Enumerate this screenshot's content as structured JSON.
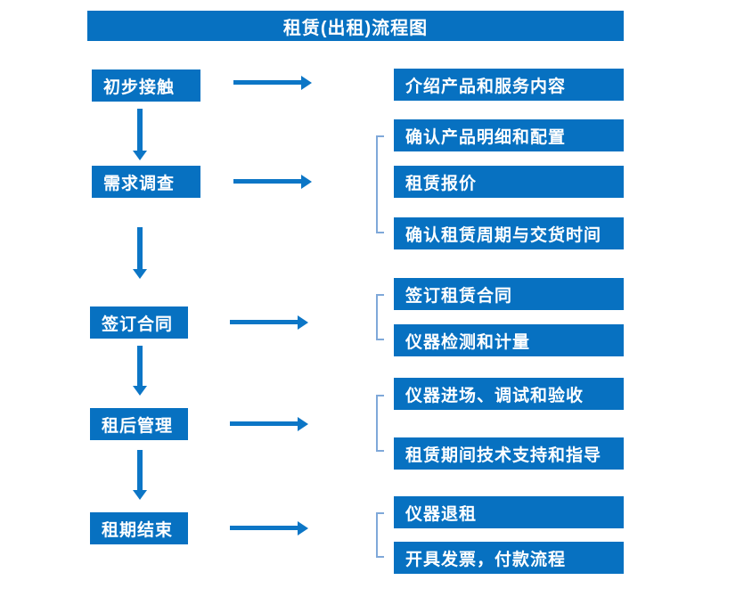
{
  "title": "租赁(出租)流程图",
  "colors": {
    "primary": "#0771C1",
    "arrow": "#0C76C6",
    "bracket": "#7FA8D9",
    "text": "#FFFFFF",
    "background": "#FFFFFF"
  },
  "steps": [
    {
      "label": "初步接触",
      "details": [
        "介绍产品和服务内容"
      ]
    },
    {
      "label": "需求调查",
      "details": [
        "确认产品明细和配置",
        "租赁报价",
        "确认租赁周期与交货时间"
      ]
    },
    {
      "label": "签订合同",
      "details": [
        "签订租赁合同",
        "仪器检测和计量"
      ]
    },
    {
      "label": "租后管理",
      "details": [
        "仪器进场、调试和验收",
        "租赁期间技术支持和指导"
      ]
    },
    {
      "label": "租期结束",
      "details": [
        "仪器退租",
        "开具发票，付款流程"
      ]
    }
  ]
}
